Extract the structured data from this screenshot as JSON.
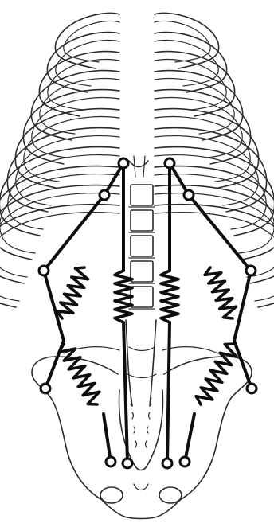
{
  "figure": {
    "subject": "trunk-skeleton-with-spring-model",
    "colors": {
      "background": "#ffffff",
      "bone_outline": "#2a2a2a",
      "rod_and_spring": "#0d0d0d",
      "joint_fill": "#ffffff"
    },
    "joints": [
      {
        "id": "j-upper-left-inner"
      },
      {
        "id": "j-upper-right-inner"
      },
      {
        "id": "j-upper-left-outer"
      },
      {
        "id": "j-upper-right-outer"
      },
      {
        "id": "j-mid-left"
      },
      {
        "id": "j-mid-right"
      },
      {
        "id": "j-hip-left"
      },
      {
        "id": "j-hip-right"
      },
      {
        "id": "j-bottom-left-1"
      },
      {
        "id": "j-bottom-left-2"
      },
      {
        "id": "j-bottom-right-1"
      },
      {
        "id": "j-bottom-right-2"
      }
    ],
    "springs": [
      {
        "id": "spring-left-outer-upper"
      },
      {
        "id": "spring-left-outer-lower"
      },
      {
        "id": "spring-left-inner"
      },
      {
        "id": "spring-right-inner"
      },
      {
        "id": "spring-right-outer-upper"
      },
      {
        "id": "spring-right-outer-lower"
      }
    ]
  }
}
